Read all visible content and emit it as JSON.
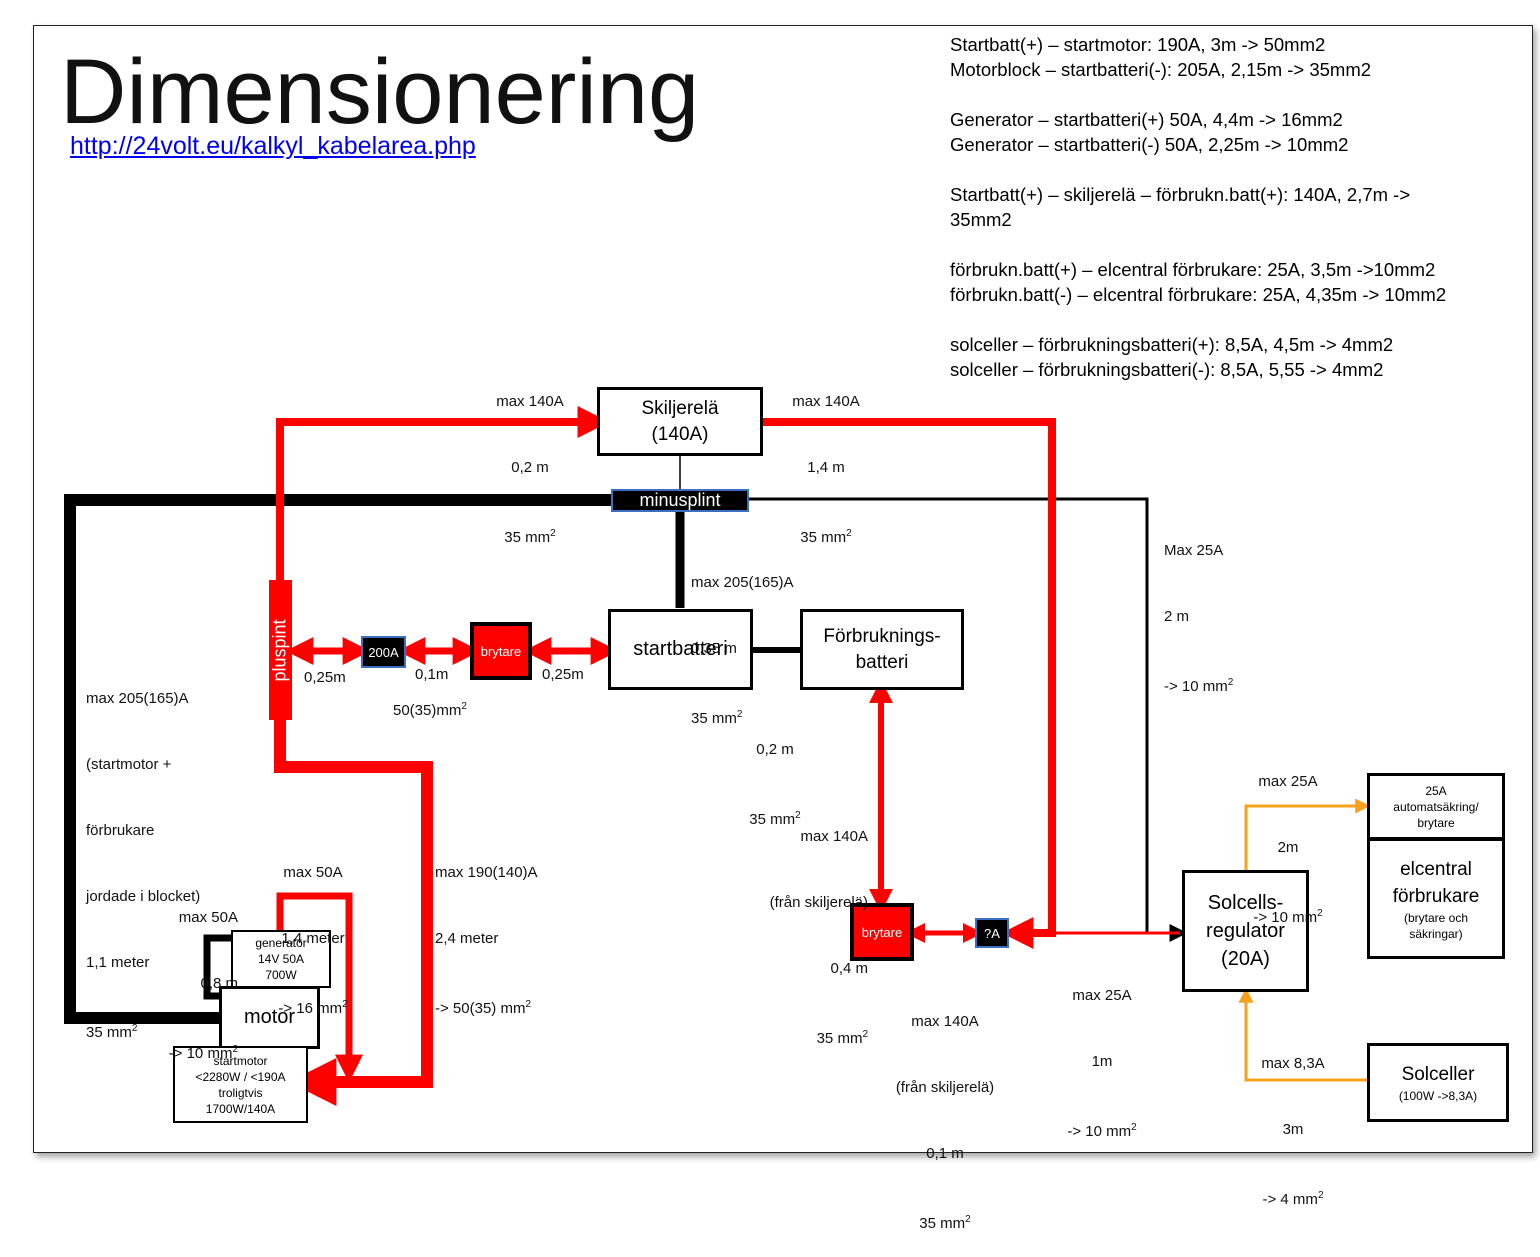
{
  "title": "Dimensionering",
  "link": "http://24volt.eu/kalkyl_kabelarea.php",
  "info_lines": [
    "Startbatt(+) – startmotor: 190A, 3m -> 50mm2",
    "Motorblock – startbatteri(-): 205A, 2,15m -> 35mm2",
    "",
    "Generator – startbatteri(+) 50A, 4,4m -> 16mm2",
    "Generator – startbatteri(-) 50A, 2,25m -> 10mm2",
    "",
    "Startbatt(+) – skiljerelä – förbrukn.batt(+): 140A, 2,7m ->",
    "35mm2",
    "",
    "förbrukn.batt(+) – elcentral förbrukare: 25A, 3,5m ->10mm2",
    "förbrukn.batt(-) – elcentral förbrukare:  25A, 4,35m -> 10mm2",
    "",
    "solceller – förbrukningsbatteri(+): 8,5A, 4,5m -> 4mm2",
    "solceller – förbrukningsbatteri(-): 8,5A, 5,55 -> 4mm2"
  ],
  "boxes": {
    "skiljerela": "Skiljerelä\n(140A)",
    "minusplint": "minusplint",
    "pluspint": "pluspint",
    "fuse_200a": "200A",
    "brytare_1": "brytare",
    "startbatteri": "startbatteri",
    "forbrukningsbatteri": "Förbruknings-\nbatteri",
    "generator": "generator\n14V 50A\n700W",
    "motor": "motor",
    "startmotor": "startmotor\n<2280W / <190A\ntroligtvis\n1700W/140A",
    "brytare_2": "brytare",
    "fuse_qa": "?A",
    "solcellsregulator": "Solcells-\nregulator\n(20A)",
    "automatsakring": "25A\nautomatsäkring/\nbrytare",
    "elcentral_title": "elcentral\nförbrukare",
    "elcentral_sub": "(brytare och\nsäkringar)",
    "solceller_title": "Solceller",
    "solceller_sub": "(100W ->8,3A)"
  },
  "labels": {
    "top_left": [
      "max 140A",
      "0,2 m",
      "35 mm2"
    ],
    "top_right": [
      "max 140A",
      "1,4 m",
      "35 mm2"
    ],
    "minus_right": [
      "Max 25A",
      "2 m",
      "-> 10 mm2"
    ],
    "minus_down": [
      "max 205(165)A",
      "0,35 m",
      "35 mm2"
    ],
    "left_black": [
      "max 205(165)A",
      "(startmotor +",
      "förbrukare",
      "jordade i blocket)",
      "1,1 meter",
      "35 mm2"
    ],
    "len_1": "0,25m",
    "len_2": "0,1m",
    "len_3": "0,25m",
    "cross_area": "50(35)mm2",
    "batt_link": [
      "0,2 m",
      "35 mm2"
    ],
    "gen_plus": [
      "max 50A",
      "1,4 meter",
      "-> 16 mm2"
    ],
    "gen_minus": [
      "max 50A",
      "0,8 m",
      "-> 10 mm2"
    ],
    "startmotor_plus": [
      "max 190(140)A",
      "2,4 meter",
      "-> 50(35) mm2"
    ],
    "forbr_down": [
      "max 140A",
      "(från skiljerelä)",
      "0,4 m",
      "35 mm2"
    ],
    "brytare_right": [
      "max 140A",
      "(från skiljerelä)",
      "0,1 m",
      "35 mm2"
    ],
    "to_regulator": [
      "max 25A",
      "1m",
      "-> 10 mm2"
    ],
    "regulator_up": [
      "max 25A",
      "2m",
      "-> 10 mm2"
    ],
    "solar_in": [
      "max 8,3A",
      "3m",
      "-> 4 mm2"
    ]
  },
  "colors": {
    "red": "#ff0000",
    "orange": "#f7a21b",
    "black": "#000000",
    "link": "#0000ee"
  }
}
